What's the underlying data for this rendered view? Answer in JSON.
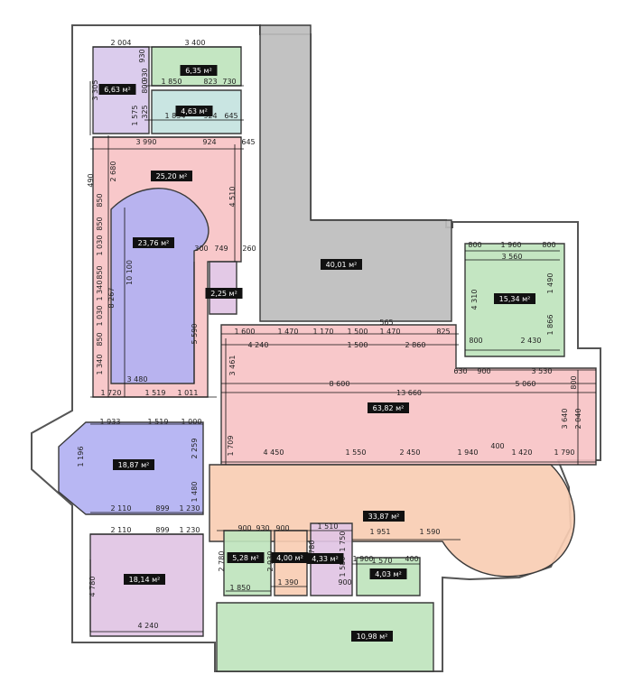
{
  "colors": {
    "wall": "#f2f2f2",
    "outline": "#555555",
    "lilac": "#d8c8ec",
    "green": "#bfe4bd",
    "teal": "#c4e3e0",
    "pink": "#f7c3c6",
    "blue": "#b2b1f2",
    "grey": "#bdbdbd",
    "mauve": "#e1c4e4",
    "peach": "#f9cdb3",
    "label_bg": "#111111"
  },
  "rooms": [
    {
      "id": "r1",
      "area": "6,63 м²",
      "color": "lilac"
    },
    {
      "id": "r2",
      "area": "6,35 м²",
      "color": "green"
    },
    {
      "id": "r3",
      "area": "4,63 м²",
      "color": "teal"
    },
    {
      "id": "r4",
      "area": "25,20 м²",
      "color": "pink"
    },
    {
      "id": "r5",
      "area": "23,76 м²",
      "color": "blue"
    },
    {
      "id": "r6",
      "area": "2,25 м²",
      "color": "mauve"
    },
    {
      "id": "r7",
      "area": "40,01 м²",
      "color": "grey"
    },
    {
      "id": "r8",
      "area": "15,34 м²",
      "color": "green"
    },
    {
      "id": "r9",
      "area": "63,82 м²",
      "color": "pink"
    },
    {
      "id": "r10",
      "area": "18,87 м²",
      "color": "blue"
    },
    {
      "id": "r11",
      "area": "33,87 м²",
      "color": "peach"
    },
    {
      "id": "r12",
      "area": "18,14 м²",
      "color": "mauve"
    },
    {
      "id": "r13",
      "area": "5,28 м²",
      "color": "green"
    },
    {
      "id": "r14",
      "area": "4,00 м²",
      "color": "peach"
    },
    {
      "id": "r15",
      "area": "4,33 м²",
      "color": "mauve"
    },
    {
      "id": "r16",
      "area": "4,03 м²",
      "color": "green"
    },
    {
      "id": "r17",
      "area": "10,98 м²",
      "color": "green"
    }
  ],
  "dims": [
    "2 004",
    "930",
    "3 400",
    "930",
    "800",
    "3 305",
    "1 575",
    "1 850",
    "823",
    "730",
    "325",
    "1 834",
    "924",
    "645",
    "3 990",
    "924",
    "645",
    "4 510",
    "490",
    "2 680",
    "850",
    "850",
    "1 030",
    "850",
    "1 340",
    "1 030",
    "850",
    "1 340",
    "10 100",
    "8 267",
    "5 590",
    "3 480",
    "1 720",
    "1 519",
    "1 011",
    "300",
    "749",
    "260",
    "1 960",
    "800",
    "800",
    "3 560",
    "4 310",
    "1 490",
    "1 866",
    "2 430",
    "800",
    "1 600",
    "1 470",
    "1 170",
    "1 500",
    "1 470",
    "825",
    "565",
    "4 240",
    "1 500",
    "2 860",
    "3 461",
    "630",
    "900",
    "3 530",
    "8 600",
    "5 060",
    "800",
    "13 660",
    "3 640",
    "2 040",
    "1 709",
    "4 450",
    "1 550",
    "2 450",
    "1 940",
    "1 420",
    "1 790",
    "400",
    "1 933",
    "1 519",
    "1 000",
    "1 196",
    "2 259",
    "1 480",
    "2 110",
    "899",
    "1 230",
    "2 110",
    "899",
    "1 230",
    "4 780",
    "4 240",
    "900",
    "930",
    "900",
    "1 510",
    "1 951",
    "1 590",
    "2 780",
    "2 930",
    "2 780",
    "1 750",
    "1 570",
    "1 850",
    "1 390",
    "1 580",
    "1 900",
    "900",
    "400"
  ]
}
